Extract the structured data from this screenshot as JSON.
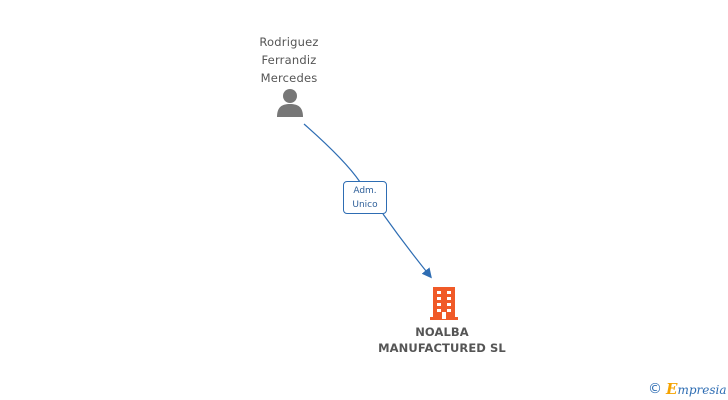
{
  "person": {
    "name_lines": [
      "Rodriguez",
      "Ferrandiz",
      "Mercedes"
    ],
    "icon": "person-icon"
  },
  "relation": {
    "label_lines": [
      "Adm.",
      "Unico"
    ]
  },
  "company": {
    "name_lines": [
      "NOALBA",
      "MANUFACTURED SL"
    ],
    "icon": "building-icon"
  },
  "brand": {
    "copyright": "©",
    "initial": "E",
    "rest": "mpresia"
  },
  "colors": {
    "edge": "#2e6db3",
    "person_icon": "#777777",
    "company_icon": "#f05a28",
    "text": "#555555",
    "brand_accent": "#f5a300"
  }
}
